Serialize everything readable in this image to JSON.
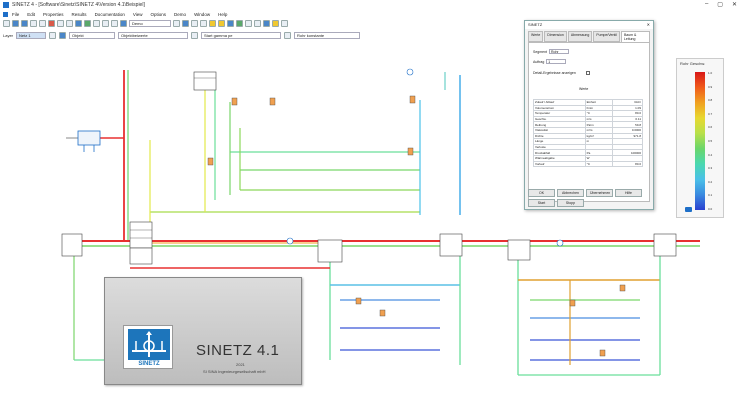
{
  "window": {
    "title": "SINETZ 4 - [Software\\Sinetz\\SINETZ 4\\Version 4.1\\Beispiel]",
    "minimize": "–",
    "maximize": "▢",
    "close": "✕"
  },
  "menu": {
    "items": [
      "File",
      "Edit",
      "Properties",
      "Results",
      "Documentation",
      "View",
      "Options",
      "Demo",
      "Window",
      "Help"
    ]
  },
  "toolbar": {
    "combo1": "Demo",
    "combo2": "Objekt",
    "combo3": "Objektbeiwerte",
    "combo4": "Start gamma pe",
    "combo5": "Rohr konstante",
    "layer_label": "Layer",
    "layer_value": "Netz 1"
  },
  "properties": {
    "title": "SINETZ",
    "tabs": [
      "Werte",
      "Dimension",
      "Abmessung",
      "Pumpe/Ventil",
      "Baum & Leitung"
    ],
    "active_tab": 4,
    "fields": [
      {
        "label": "Segment",
        "value": "Rohr"
      },
      {
        "label": "Auftrag",
        "value": "1"
      }
    ],
    "checkbox_label": "Detail-Ergebnisse anzeigen",
    "table_header": "Werte",
    "rows": [
      [
        "Zulauf / Ablauf",
        "Einheit",
        "Rohr"
      ],
      [
        "Volumenstrom",
        "l/min",
        "1.09"
      ],
      [
        "Temperatur",
        "°C",
        "80.0"
      ],
      [
        "Geschw.",
        "m/s",
        "0.11"
      ],
      [
        "Reibung",
        "Pa/m",
        "59.8"
      ],
      [
        "Viskosität",
        "m²/s",
        "0.0000"
      ],
      [
        "Dichte",
        "kg/m³",
        "971.8"
      ],
      [
        "Länge",
        "m",
        ""
      ],
      [
        "Verluste",
        "",
        ""
      ],
      [
        "Druckabfall",
        "Pa",
        "100000"
      ],
      [
        "Wärmeabgabe",
        "W",
        ""
      ],
      [
        "Vorlauf",
        "°C",
        "80.0"
      ]
    ],
    "buttons": [
      "OK",
      "Abbrechen",
      "Übernehmen",
      "Hilfe",
      "Start",
      "Stopp"
    ]
  },
  "scale": {
    "title": "Rohr Geschw.",
    "ticks": [
      "1.0",
      "0.9",
      "0.8",
      "0.7",
      "0.6",
      "0.5",
      "0.4",
      "0.3",
      "0.2",
      "0.1",
      "0.0"
    ]
  },
  "splash": {
    "product": "SINETZ 4.1",
    "year": "2021",
    "company": "SI SINA Ingenieurgesellschaft mbH",
    "logo_text": "SINETZ"
  }
}
